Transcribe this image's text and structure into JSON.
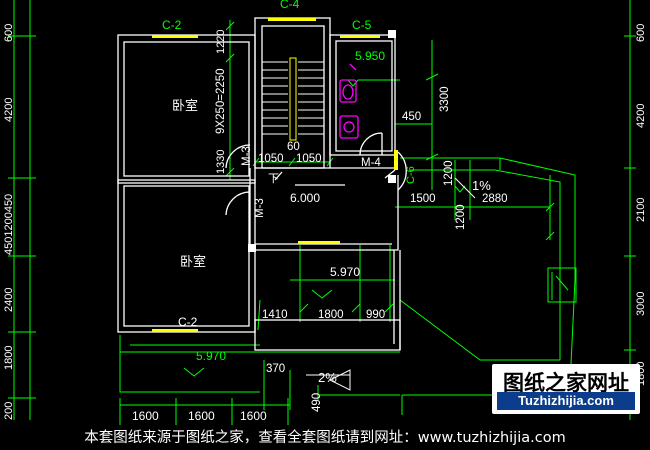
{
  "rooms": {
    "bedroom_top": "卧室",
    "bedroom_bottom": "卧室"
  },
  "windows": {
    "c2_top": "C-2",
    "c4": "C-4",
    "c5": "C-5",
    "c2_bottom": "C-2",
    "c6": "C-6"
  },
  "doors": {
    "m4_right": "M-4",
    "m3_top": "M-3",
    "m3_left": "M-3"
  },
  "elevations": {
    "bath": "5.950",
    "landing": "6.000",
    "floor_mid": "5.970",
    "balcony": "5.970"
  },
  "stair": {
    "run": "9X250=2250",
    "span_a": "1050",
    "span_b": "1050",
    "offset": "60",
    "down_label": "下"
  },
  "dims_left": [
    "600",
    "4200",
    "4501200450",
    "2400",
    "1800",
    "200"
  ],
  "dims_mid_left": [
    "1220",
    "1330"
  ],
  "dims_right_outer": [
    "600",
    "4200",
    "2100",
    "3000",
    "1800"
  ],
  "dims_inner": [
    "3300",
    "450",
    "1200",
    "1200",
    "1500",
    "2880",
    "1410",
    "1800",
    "990",
    "370",
    "490"
  ],
  "dims_bottom": [
    "1600",
    "1600",
    "1600"
  ],
  "slopes": {
    "roof": "1%",
    "balcony": "2%"
  },
  "brand": {
    "logo_cn": "图纸之家网址",
    "logo_url": "Tuzhizhijia.com",
    "footer": "本套图纸来源于图纸之家，查看全套图纸请到网址：www.tuzhizhijia.com"
  },
  "colors": {
    "background": "#000000",
    "wall": "#ffffff",
    "dimension": "#00ff00",
    "annotation": "#ff00ff",
    "window": "#ffff00"
  }
}
